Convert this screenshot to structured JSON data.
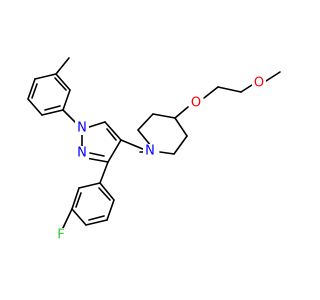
{
  "structure": {
    "atoms": [
      {
        "id": "N1",
        "label": "N",
        "color": "#0000ff"
      },
      {
        "id": "N2",
        "label": "N",
        "color": "#0000ff"
      },
      {
        "id": "N3",
        "label": "N",
        "color": "#0000ff"
      },
      {
        "id": "O1",
        "label": "O",
        "color": "#ff0000"
      },
      {
        "id": "O2",
        "label": "O",
        "color": "#ff0000"
      },
      {
        "id": "F1",
        "label": "F",
        "color": "#33cc33"
      }
    ],
    "bond_color": "#000000"
  }
}
